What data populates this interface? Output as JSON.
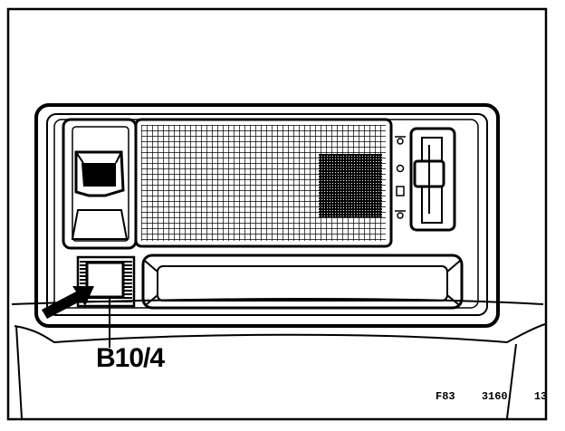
{
  "diagram": {
    "callout_label": "B10/4",
    "figure_ref": [
      "F83",
      "3160",
      "13"
    ]
  },
  "colors": {
    "ink": "#000000",
    "paper": "#ffffff",
    "grille_dark": "#111111"
  },
  "icons": {
    "arrow": "filled-arrow-right",
    "switch_symbols": [
      "lamp-icon",
      "circle-icon",
      "door-icon",
      "lamp-icon"
    ]
  }
}
